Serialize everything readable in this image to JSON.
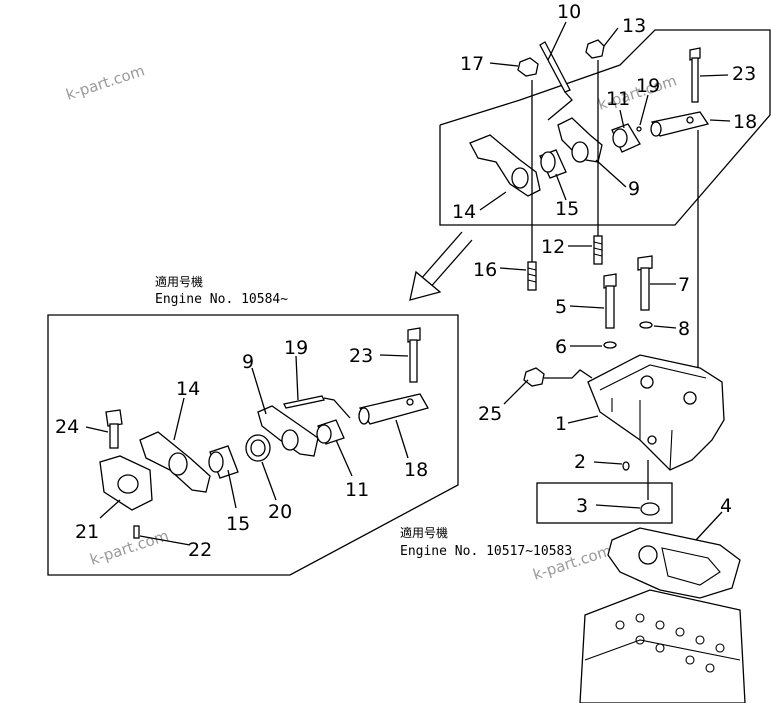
{
  "watermark": "k-part.com",
  "callouts": [
    "1",
    "2",
    "3",
    "4",
    "5",
    "6",
    "7",
    "8",
    "9",
    "10",
    "11",
    "12",
    "13",
    "14",
    "15",
    "16",
    "17",
    "18",
    "19",
    "20",
    "21",
    "22",
    "23",
    "24",
    "25"
  ],
  "inset_left": {
    "label_jp": "適用号機",
    "label_engine": "Engine  No. 10584~",
    "callouts": [
      "9",
      "11",
      "14",
      "15",
      "18",
      "19",
      "20",
      "21",
      "22",
      "23",
      "24"
    ]
  },
  "inset_right": {
    "label_jp": "適用号機",
    "label_engine": "Engine  No. 10517~10583"
  }
}
